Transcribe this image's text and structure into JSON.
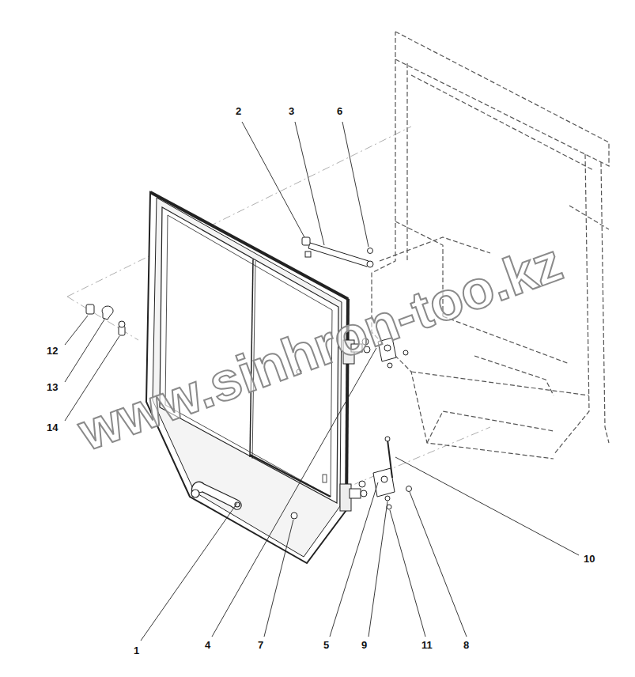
{
  "diagram": {
    "labels": [
      "2",
      "3",
      "6",
      "12",
      "13",
      "14",
      "1",
      "4",
      "7",
      "5",
      "9",
      "11",
      "8",
      "10",
      "www.sinhron-too.kz"
    ]
  }
}
